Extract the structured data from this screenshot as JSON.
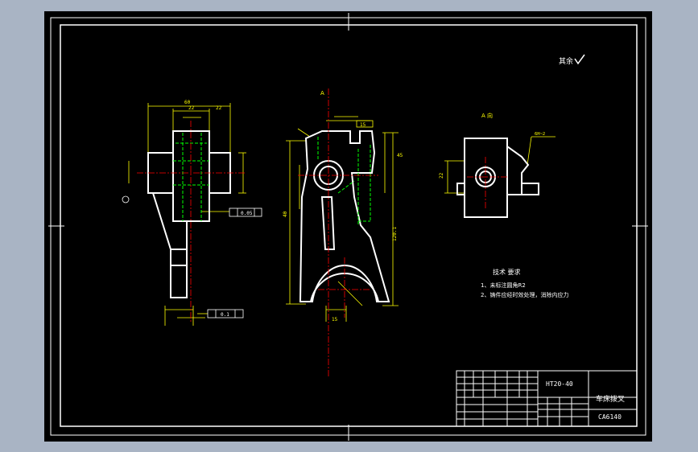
{
  "drawing": {
    "roughness_note": "其余",
    "view_label_top": "A",
    "view_label_aux": "A 向",
    "tech_requirements": {
      "title": "技术 要求",
      "items": [
        "1、未标注圆角R2",
        "2、铸件应经时效处理，消除内应力"
      ]
    },
    "title_block": {
      "material": "HT20-40",
      "part_name": "车床拨叉",
      "drawing_no": "CA6140"
    },
    "dimensions": {
      "front_width": "60",
      "front_left": "22",
      "front_right": "22",
      "tolerance_1": "0.05",
      "tolerance_2": "0.1",
      "side_h1": "45",
      "side_h2": "15",
      "side_h3": "120.1",
      "side_b": "15",
      "side_w": "40",
      "aux_size": "22",
      "aux_mark": "6H~2"
    },
    "colors": {
      "background": "#000000",
      "frame": "#ffffff",
      "outline": "#ffffff",
      "dimension": "#ffff00",
      "hidden": "#00ff00",
      "center": "#ff0000",
      "window": "#a9b4c4"
    }
  }
}
